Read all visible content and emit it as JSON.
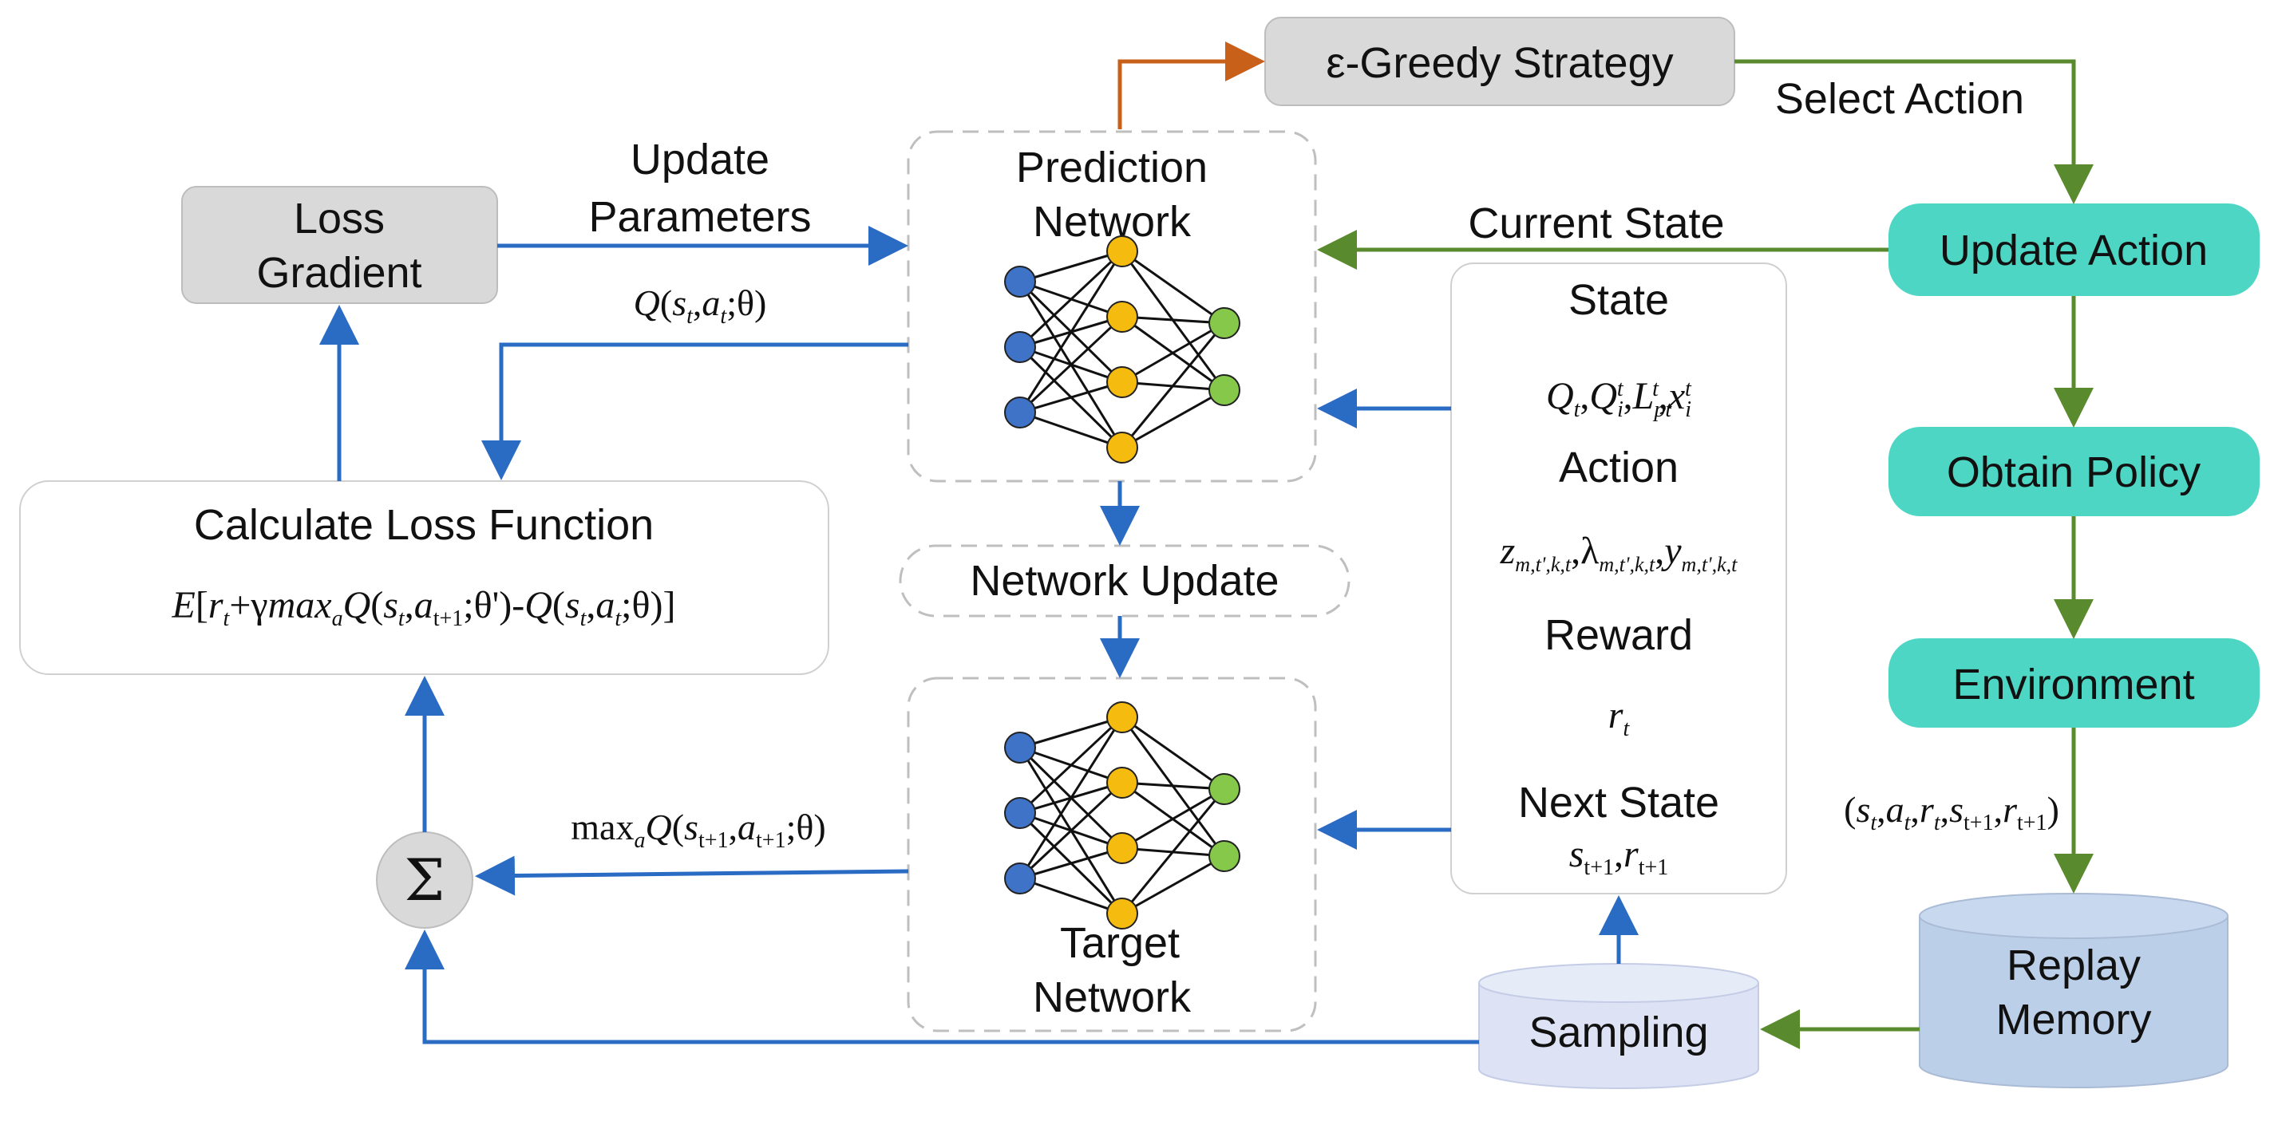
{
  "colors": {
    "blue_arrow": "#2a6bc4",
    "green_arrow": "#5a8a2e",
    "orange_arrow": "#c8601a",
    "teal_box": "#4dd6c4",
    "gray_box": "#d9d9d9",
    "sampling_fill": "#dde3f4",
    "replay_fill": "#bccfe8",
    "node_input": "#3f73c8",
    "node_hidden": "#f5bb0f",
    "node_output": "#86c94a"
  },
  "boxes": {
    "egreedy": "ε-Greedy Strategy",
    "loss_gradient_1": "Loss",
    "loss_gradient_2": "Gradient",
    "prediction_1": "Prediction",
    "prediction_2": "Network",
    "target_1": "Target",
    "target_2": "Network",
    "network_update": "Network Update",
    "calc_loss": "Calculate Loss Function",
    "update_action": "Update Action",
    "obtain_policy": "Obtain Policy",
    "environment": "Environment",
    "replay_1": "Replay",
    "replay_2": "Memory",
    "sampling": "Sampling",
    "sum_symbol": "Σ"
  },
  "mdp": {
    "state_label": "State",
    "action_label": "Action",
    "reward_label": "Reward",
    "next_state_label": "Next State"
  },
  "edge_labels": {
    "select_action": "Select Action",
    "current_state": "Current State",
    "update_params_1": "Update",
    "update_params_2": "Parameters"
  },
  "icons": [
    "neural-network-icon",
    "sum-icon",
    "database-cylinder-icon"
  ]
}
